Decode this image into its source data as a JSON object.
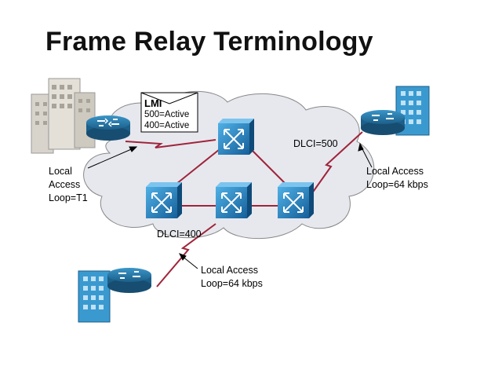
{
  "title": "Frame Relay Terminology",
  "lmi": {
    "header": "LMI",
    "status_lines": [
      "500=Active",
      "400=Active"
    ]
  },
  "dlci_labels": {
    "remote_right": "DLCI=500",
    "remote_bottom": "DLCI=400"
  },
  "access_labels": {
    "left": [
      "Local",
      "Access",
      "Loop=T1"
    ],
    "right": [
      "Local Access",
      "Loop=64 kbps"
    ],
    "bottom": [
      "Local Access",
      "Loop=64 kbps"
    ]
  },
  "colors": {
    "cloud_fill": "#e6e8ee",
    "switch_blue": "#1f7fbf",
    "router_blue": "#2a7fb0",
    "link_red": "#a0243a",
    "building_gray": "#d8d4cc",
    "building_blue": "#3a9ad0"
  },
  "icons": [
    "building-icon",
    "router-icon",
    "frame-relay-switch-icon",
    "envelope-icon",
    "serial-link-icon"
  ]
}
